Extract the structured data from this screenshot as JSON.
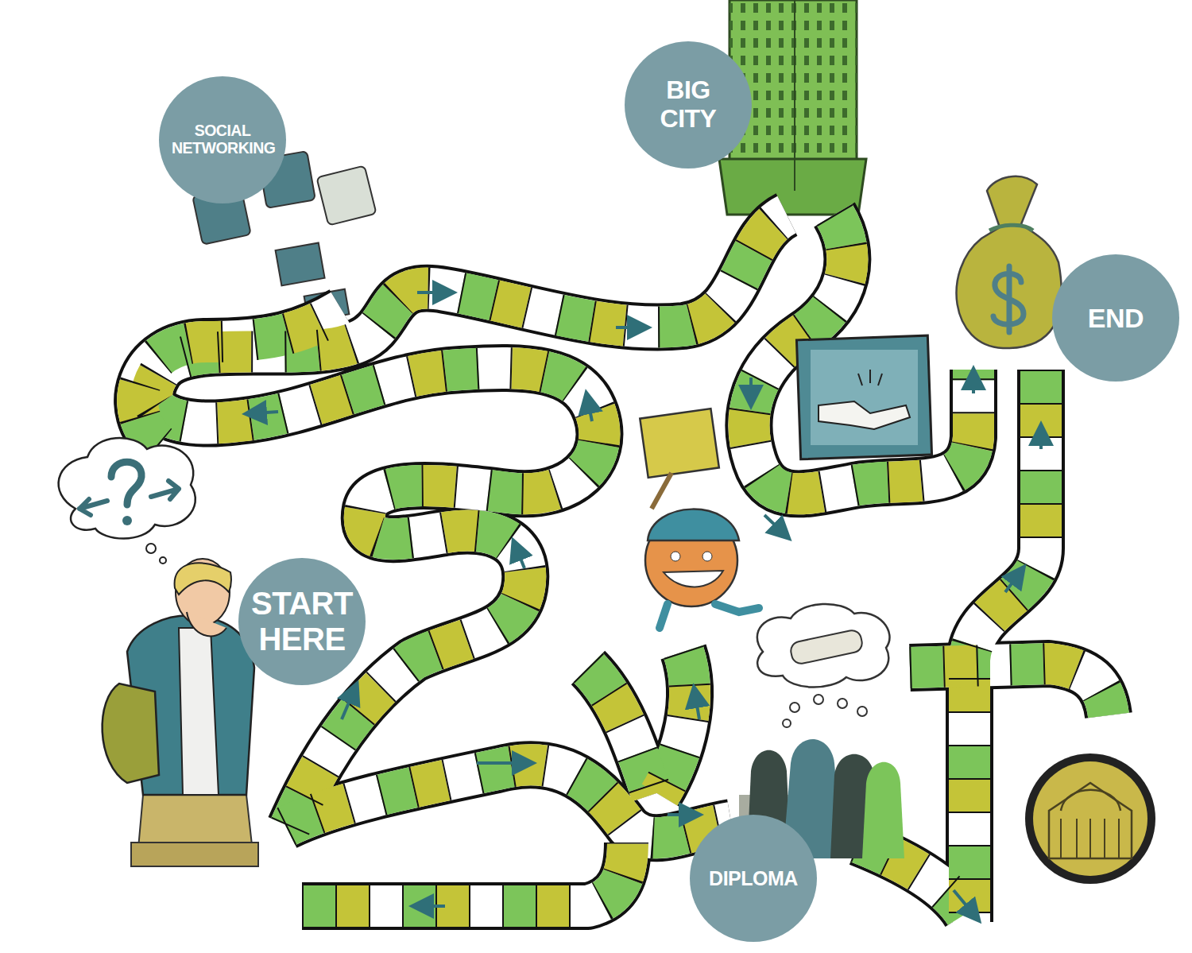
{
  "diagram": {
    "nodes": [
      {
        "text": [
          "SOCIAL NETWORKING"
        ]
      },
      {
        "text": [
          "BIG CITY"
        ]
      },
      {
        "text": [
          "END"
        ]
      },
      {
        "text": [
          "START HERE"
        ]
      },
      {
        "text": [
          "DIPLOMA"
        ]
      }
    ]
  }
}
